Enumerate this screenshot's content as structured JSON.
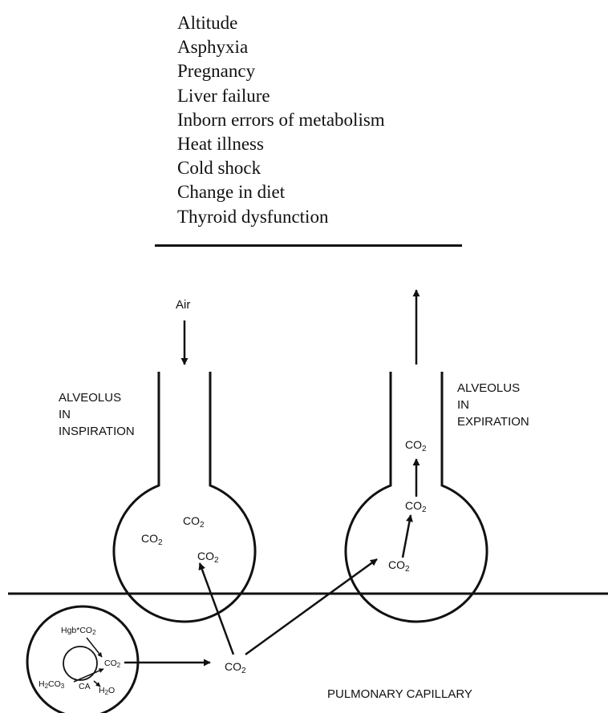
{
  "conditions": [
    "Altitude",
    "Asphyxia",
    "Pregnancy",
    "Liver failure",
    "Inborn errors of metabolism",
    "Heat illness",
    "Cold shock",
    "Change in diet",
    "Thyroid dysfunction"
  ],
  "diagram": {
    "air": "Air",
    "alveolus_inspiration": [
      "ALVEOLUS",
      "IN",
      "INSPIRATION"
    ],
    "alveolus_expiration": [
      "ALVEOLUS",
      "IN",
      "EXPIRATION"
    ],
    "pulmonary_capillary": "PULMONARY CAPILLARY",
    "co2_base": "CO",
    "co2_sub": "2",
    "hgb_co2_base": "Hgb*CO",
    "h2co3": {
      "a": "H",
      "b": "2",
      "c": "CO",
      "d": "3"
    },
    "h2o": {
      "a": "H",
      "b": "2",
      "c": "O"
    },
    "enzyme": "CA"
  }
}
